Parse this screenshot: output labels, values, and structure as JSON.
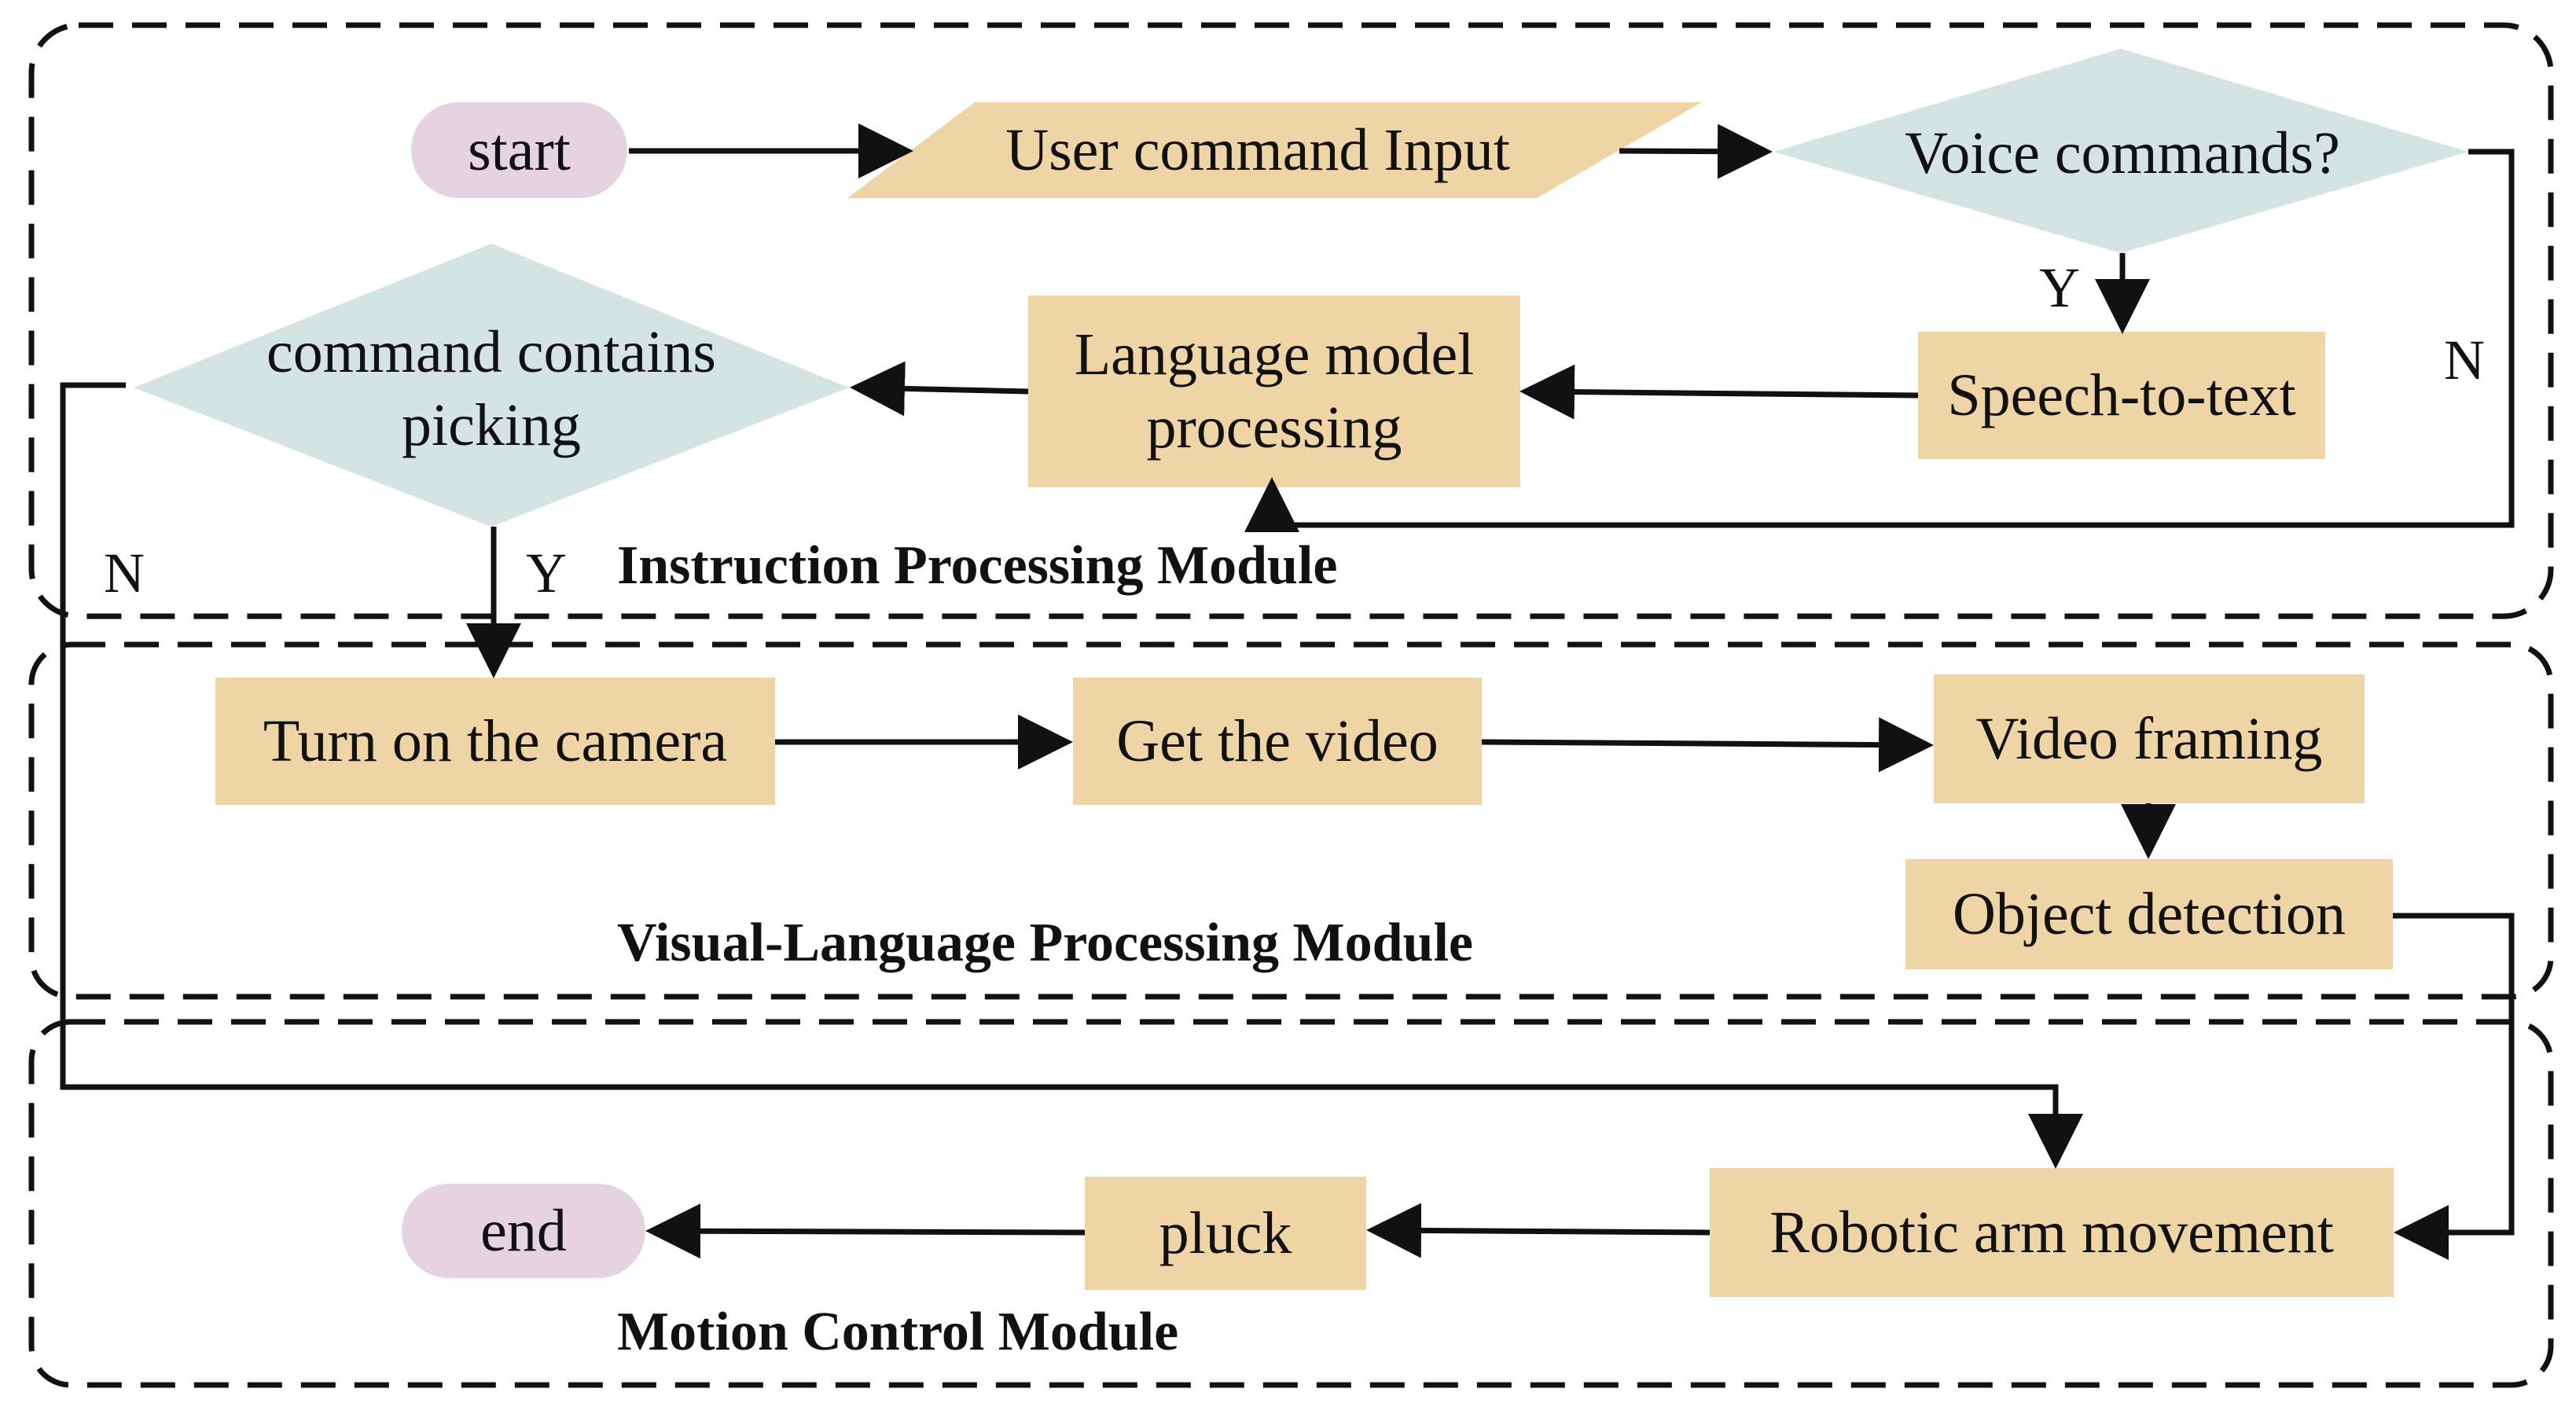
{
  "colors": {
    "process_fill": "#efd5a6",
    "decision_fill": "#d4e4e3",
    "terminal_fill": "#e6d3e1",
    "line": "#111111"
  },
  "modules": {
    "instruction": "Instruction Processing Module",
    "visual": "Visual-Language Processing Module",
    "motion": "Motion Control Module"
  },
  "nodes": {
    "start": "start",
    "user_input": "User command Input",
    "voice_q": "Voice commands?",
    "speech_to_text": "Speech-to-text",
    "lm_line1": "Language model",
    "lm_line2": "processing",
    "picking_line1": "command contains",
    "picking_line2": "picking",
    "camera": "Turn on the camera",
    "get_video": "Get the video",
    "framing": "Video framing",
    "detection": "Object detection",
    "arm": "Robotic arm movement",
    "pluck": "pluck",
    "end": "end"
  },
  "branch_labels": {
    "voice_yes": "Y",
    "voice_no": "N",
    "picking_yes": "Y",
    "picking_no": "N"
  }
}
